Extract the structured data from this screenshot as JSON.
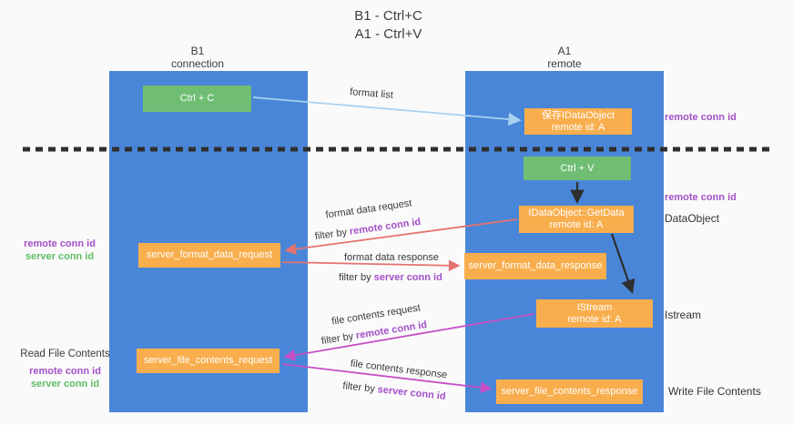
{
  "title": {
    "line1": "B1 - Ctrl+C",
    "line2": "A1 - Ctrl+V"
  },
  "columns": {
    "left": {
      "name": "B1",
      "subtitle": "connection"
    },
    "right": {
      "name": "A1",
      "subtitle": "remote"
    }
  },
  "boxes": {
    "ctrl_c": {
      "label": "Ctrl + C"
    },
    "save_idataobject": {
      "line1": "保存IDataObject",
      "line2": "remote id: A"
    },
    "ctrl_v": {
      "label": "Ctrl + V"
    },
    "getdata": {
      "line1": "IDataObject::GetData",
      "line2": "remote id: A"
    },
    "format_request": {
      "label": "server_format_data_request"
    },
    "format_response": {
      "label": "server_format_data_response"
    },
    "istream": {
      "line1": "IStream",
      "line2": "remote id: A"
    },
    "file_request": {
      "label": "server_file_contents_request"
    },
    "file_response": {
      "label": "server_file_contents_response"
    }
  },
  "arrow_labels": {
    "format_list": "format list",
    "format_data_request": "format data request",
    "format_data_response": "format data response",
    "file_contents_request": "file contents request",
    "file_contents_response": "file contents response",
    "filter_by": "filter by",
    "remote_conn_id": "remote conn id",
    "server_conn_id": "server conn id"
  },
  "side_labels": {
    "left_remote_conn_id": "remote conn id",
    "left_server_conn_id": "server conn id",
    "read_file_contents": "Read File Contents",
    "left_remote_conn_id_2": "remote conn id",
    "left_server_conn_id_2": "server conn id",
    "right_remote_conn_id_top": "remote conn id",
    "right_remote_conn_id_mid": "remote conn id",
    "dataobject": "DataObject",
    "istream": "Istream",
    "write_file_contents": "Write File Contents"
  },
  "colors": {
    "lifeline_blue": "#4a86d8",
    "box_green": "#6fbe74",
    "box_orange": "#f8ae4d",
    "arrow_salmon": "#e4726e",
    "arrow_magenta": "#c750c7",
    "arrow_lightblue": "#a9d2f0",
    "arrow_black": "#2e2e2e",
    "text_purple": "#a350c8",
    "text_green": "#5fbd66"
  }
}
